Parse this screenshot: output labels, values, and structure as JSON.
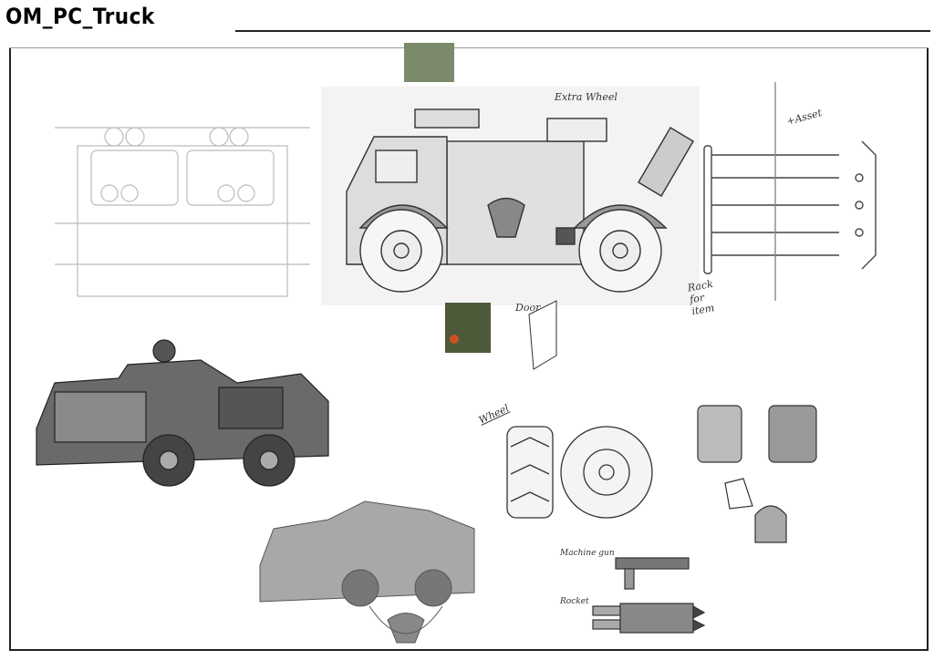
{
  "sheet": {
    "title": "OM_PC_Truck",
    "notes": {
      "extra_wheel": "Extra Wheel",
      "asset": "+Asset",
      "rack": "Rack for item",
      "door": "Door",
      "wheel": "Wheel",
      "machine_gun": "Machine gun",
      "rocket": "Rocket"
    }
  }
}
